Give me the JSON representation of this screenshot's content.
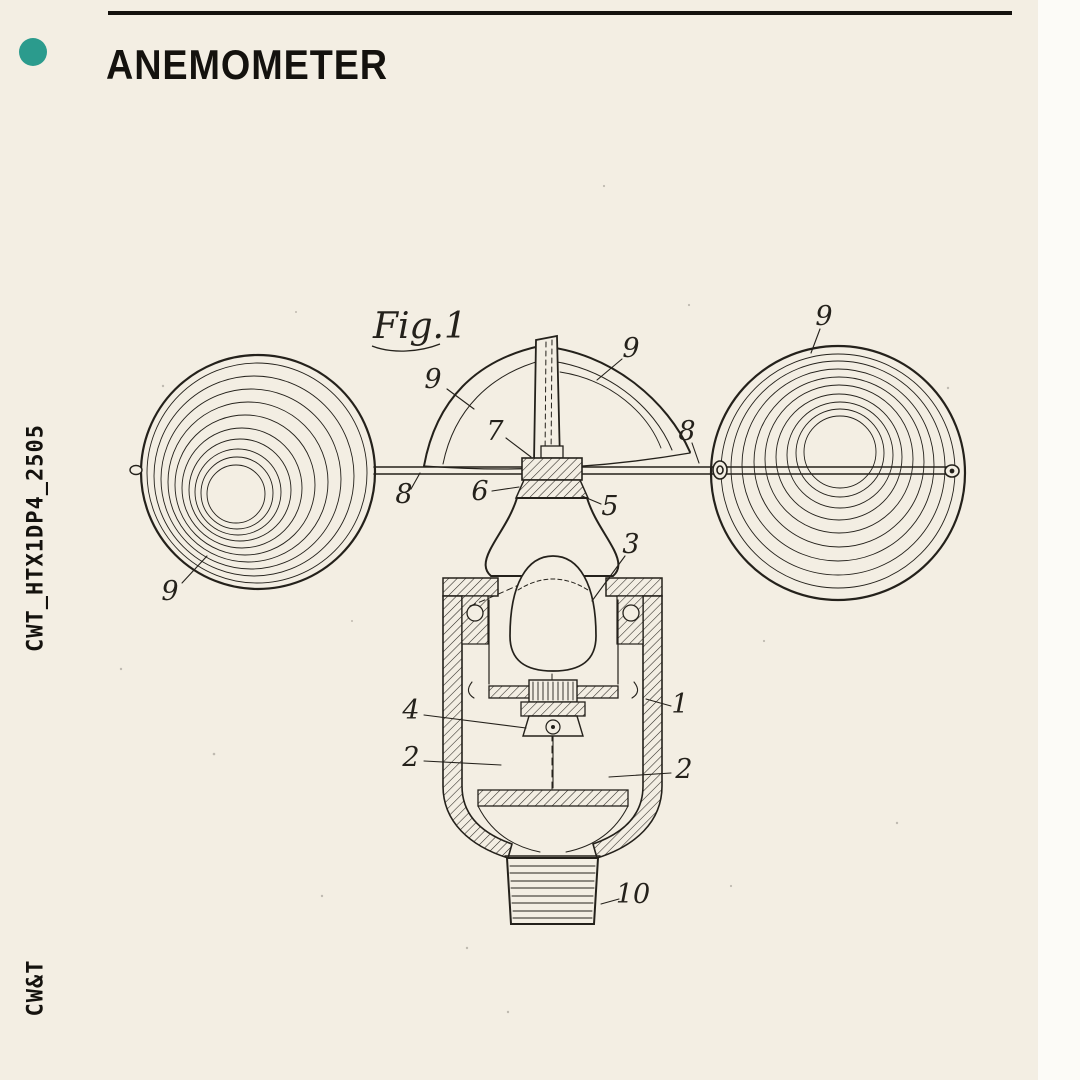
{
  "page": {
    "background_color": "#f3eee3",
    "ink_color": "#24211b",
    "accent_color": "#2b9b8d",
    "right_strip_color": "#fcfbf7"
  },
  "header": {
    "title": "ANEMOMETER"
  },
  "side": {
    "code": "CWT_HTX1DP4_2505",
    "brand": "CW&T"
  },
  "figure": {
    "caption": "Fig.1",
    "labels": [
      {
        "id": "label-9-left-cup",
        "text": "9"
      },
      {
        "id": "label-9-front-cup",
        "text": "9"
      },
      {
        "id": "label-9-back-cup",
        "text": "9"
      },
      {
        "id": "label-9-right-cup",
        "text": "9"
      },
      {
        "id": "label-8-left-arm",
        "text": "8"
      },
      {
        "id": "label-8-right-arm",
        "text": "8"
      },
      {
        "id": "label-7-hub",
        "text": "7"
      },
      {
        "id": "label-6-collar",
        "text": "6"
      },
      {
        "id": "label-5-collar",
        "text": "5"
      },
      {
        "id": "label-3-chamber",
        "text": "3"
      },
      {
        "id": "label-4-bearing",
        "text": "4"
      },
      {
        "id": "label-1-housing",
        "text": "1"
      },
      {
        "id": "label-2-cavity-left",
        "text": "2"
      },
      {
        "id": "label-2-cavity-right",
        "text": "2"
      },
      {
        "id": "label-10-threads",
        "text": "10"
      }
    ]
  }
}
